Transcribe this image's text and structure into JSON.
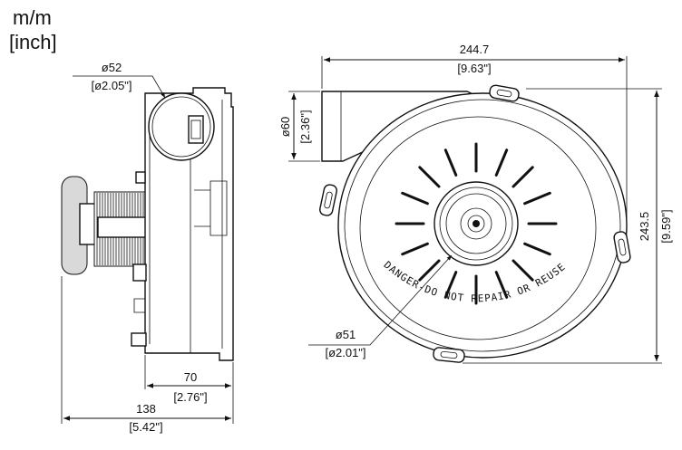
{
  "units": {
    "primary": "m/m",
    "secondary": "[inch]"
  },
  "dimensions": {
    "width_total": {
      "mm": "244.7",
      "inch": "[9.63\"]"
    },
    "height_total": {
      "mm": "243.5",
      "inch": "[9.59\"]"
    },
    "outlet_dia": {
      "mm": "ø60",
      "inch": "[2.36\"]"
    },
    "inlet_dia": {
      "mm": "ø52",
      "inch": "[ø2.05\"]"
    },
    "hub_dia": {
      "mm": "ø51",
      "inch": "[ø2.01\"]"
    },
    "depth_housing": {
      "mm": "70",
      "inch": "[2.76\"]"
    },
    "depth_total": {
      "mm": "138",
      "inch": "[5.42\"]"
    }
  },
  "label": {
    "warning": "DANGER-DO NOT REPAIR OR REUSE"
  }
}
